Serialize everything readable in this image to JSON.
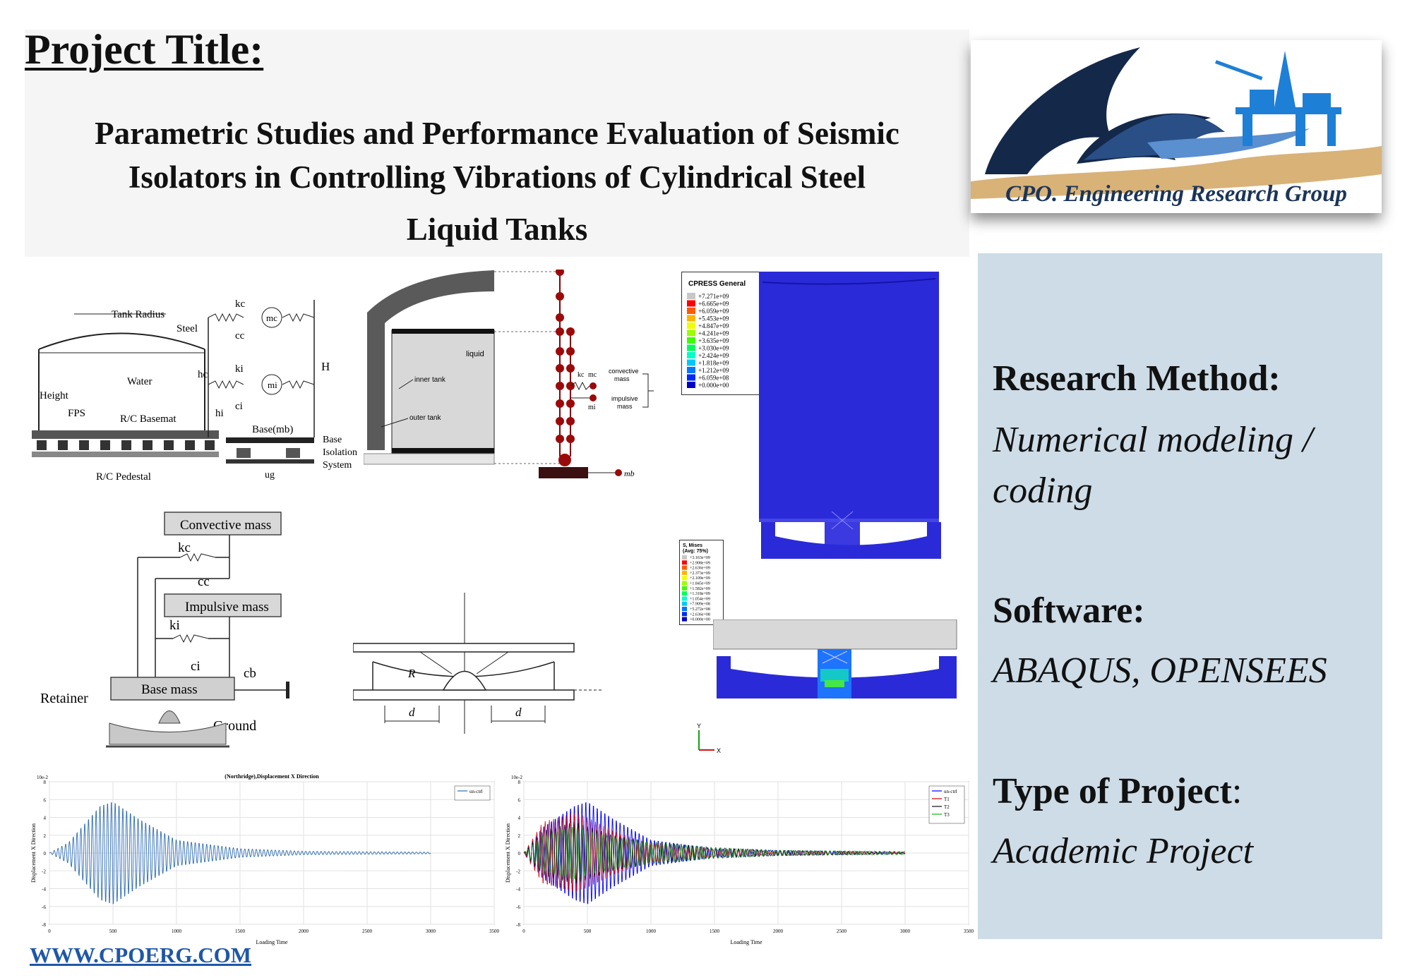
{
  "header": {
    "project_label": "Project Title:",
    "title_line1": "Parametric Studies and Performance Evaluation of Seismic",
    "title_line2": "Isolators in Controlling Vibrations of Cylindrical Steel",
    "title_line3": "Liquid Tanks"
  },
  "logo": {
    "text": "CPO. Engineering Research Group"
  },
  "info": {
    "research_method_heading": "Research Method:",
    "research_method_value": "Numerical modeling / coding",
    "software_heading": "Software:",
    "software_value": "ABAQUS, OPENSEES",
    "project_type_heading": "Type of Project",
    "project_type_colon": ":",
    "project_type_value": "Academic Project"
  },
  "fig_tank": {
    "tank_radius": "Tank Radius",
    "steel": "Steel",
    "water": "Water",
    "height": "Height",
    "fps": "FPS",
    "rc_basemat": "R/C Basemat",
    "rc_pedestal": "R/C Pedestal"
  },
  "fig_springs": {
    "kc": "kc",
    "cc": "cc",
    "mc": "mc",
    "ki": "ki",
    "ci": "ci",
    "mi": "mi",
    "hc": "hc",
    "hi": "hi",
    "H": "H",
    "base": "Base(mb)",
    "base_iso_1": "Base",
    "base_iso_2": "Isolation",
    "base_iso_3": "System",
    "ug": "ug"
  },
  "fig_double_tank": {
    "liquid": "liquid",
    "inner": "inner tank",
    "outer": "outer tank"
  },
  "fig_stick": {
    "kc": "kc",
    "mc": "mc",
    "mi": "mi",
    "conv_1": "convective",
    "conv_2": "mass",
    "imp_1": "impulsive",
    "imp_2": "mass",
    "mb": "mb"
  },
  "fig_legend1": {
    "title": "CPRESS General",
    "values": [
      "+7.271e+09",
      "+6.665e+09",
      "+6.059e+09",
      "+5.453e+09",
      "+4.847e+09",
      "+4.241e+09",
      "+3.635e+09",
      "+3.030e+09",
      "+2.424e+09",
      "+1.818e+09",
      "+1.212e+09",
      "+6.059e+08",
      "+0.000e+00"
    ],
    "colors": [
      "#c8c8c8",
      "#ff0000",
      "#ff5a00",
      "#ffb400",
      "#f0ff00",
      "#9bff00",
      "#3cff00",
      "#00ff5a",
      "#00ffc8",
      "#00c8ff",
      "#0078ff",
      "#0028ff",
      "#0000c8"
    ]
  },
  "fig_legend2": {
    "title_1": "S, Mises",
    "title_2": "(Avg: 75%)",
    "values": [
      "+3.163e+09",
      "+2.908e+09",
      "+2.636e+09",
      "+2.373e+09",
      "+2.109e+09",
      "+1.845e+09",
      "+1.582e+09",
      "+1.318e+09",
      "+1.054e+09",
      "+7.909e+08",
      "+5.272e+08",
      "+2.636e+08",
      "+0.000e+00"
    ],
    "colors": [
      "#c8c8c8",
      "#ff0000",
      "#ff5a00",
      "#ffb400",
      "#f0ff00",
      "#9bff00",
      "#3cff00",
      "#00ff5a",
      "#00ffc8",
      "#00c8ff",
      "#0078ff",
      "#0028ff",
      "#0000c8"
    ]
  },
  "fig_mass_model": {
    "convective": "Convective mass",
    "kc": "kc",
    "cc": "cc",
    "impulsive": "Impulsive mass",
    "ki": "ki",
    "ci": "ci",
    "base": "Base mass",
    "cb": "cb",
    "retainer": "Retainer",
    "ground": "Ground"
  },
  "fig_bearing": {
    "R": "R",
    "d1": "d",
    "d2": "d"
  },
  "fig_axes": {
    "y": "Y",
    "x": "X"
  },
  "chart_data": [
    {
      "type": "line",
      "title": "(Northridge),Displacement X Direction",
      "xlabel": "Loading Time",
      "ylabel": "Displacement X Direction",
      "scale_label": "10e-2",
      "xlim": [
        0,
        3500
      ],
      "ylim": [
        -8,
        8
      ],
      "xticks": [
        "0",
        "500",
        "1000",
        "1500",
        "2000",
        "2500",
        "3000",
        "3500"
      ],
      "yticks": [
        "8",
        "6",
        "4",
        "2",
        "0",
        "-2",
        "-4",
        "-6",
        "-8"
      ],
      "series": [
        {
          "name": "un-ctrl",
          "color": "#2f6db5",
          "x": [
            0,
            150,
            400,
            500,
            700,
            1000,
            1500,
            2000,
            3000
          ],
          "y": [
            0,
            1.2,
            5.5,
            6,
            4,
            1.5,
            0.5,
            0.2,
            0.1
          ]
        }
      ]
    },
    {
      "type": "line",
      "title": "",
      "xlabel": "Loading Time",
      "ylabel": "Displacement X Direction",
      "scale_label": "10e-2",
      "xlim": [
        0,
        3500
      ],
      "ylim": [
        -8,
        8
      ],
      "xticks": [
        "0",
        "500",
        "1000",
        "1500",
        "2000",
        "2500",
        "3000",
        "3500"
      ],
      "yticks": [
        "8",
        "6",
        "4",
        "2",
        "0",
        "-2",
        "-4",
        "-6",
        "-8"
      ],
      "series": [
        {
          "name": "un-ctrl",
          "color": "#0000ff",
          "x": [
            0,
            150,
            400,
            500,
            700,
            1000,
            1500,
            2000,
            3000
          ],
          "y": [
            0,
            3,
            5.5,
            6,
            4,
            1.5,
            0.5,
            0.3,
            0.1
          ]
        },
        {
          "name": "T1",
          "color": "#d40000",
          "x": [
            0,
            150,
            400,
            500,
            700,
            1000,
            1500,
            2000,
            3000
          ],
          "y": [
            0,
            3.5,
            4.5,
            4,
            2.5,
            1,
            0.4,
            0.2,
            0.1
          ]
        },
        {
          "name": "T2",
          "color": "#111111",
          "x": [
            0,
            150,
            400,
            500,
            700,
            1000,
            1500,
            2000,
            3000
          ],
          "y": [
            0,
            2.5,
            3.5,
            3,
            2,
            1.2,
            0.6,
            0.3,
            0.1
          ]
        },
        {
          "name": "T3",
          "color": "#14b414",
          "x": [
            0,
            150,
            400,
            500,
            700,
            1000,
            1500,
            2000,
            3000
          ],
          "y": [
            0,
            2,
            3,
            2.5,
            1.8,
            1.2,
            0.6,
            0.3,
            0.2
          ]
        }
      ]
    }
  ],
  "footer": {
    "website": "WWW.CPOERG.COM"
  }
}
